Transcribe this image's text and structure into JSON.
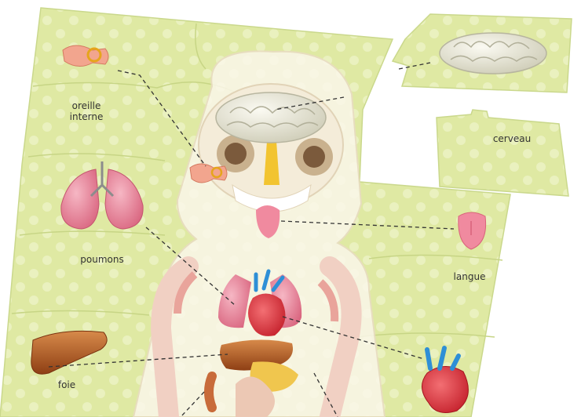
{
  "labels": {
    "inner_ear": "oreille\ninterne",
    "brain": "cerveau",
    "lungs": "poumons",
    "tongue": "langue",
    "liver": "foie"
  },
  "colors": {
    "puzzle_green": "#dfe9a3",
    "puzzle_dot": "#eef4c8",
    "puzzle_edge": "#c9d88a",
    "body_outline": "#f3eede",
    "lung_pink": "#e88aa0",
    "heart_red": "#e0323a",
    "vessel_blue": "#2e8fd6",
    "liver_brown": "#a8551e",
    "brain_cream": "#ecebdd"
  }
}
